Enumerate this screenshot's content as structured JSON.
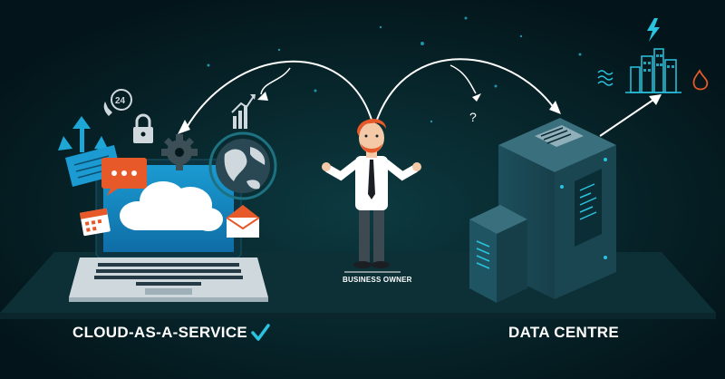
{
  "labels": {
    "cloud_service": "CLOUD-AS-A-SERVICE",
    "data_centre": "DATA CENTRE",
    "business_owner": "BUSINESS OWNER"
  },
  "colors": {
    "background": "#04171a",
    "accent": "#2bc4e0",
    "platform": "#0d2f36",
    "orange": "#e8592a"
  },
  "icons": [
    "checkmark-icon",
    "cloud-icon",
    "gear-icon",
    "globe-icon",
    "lock-icon",
    "24-hour-support-icon",
    "phone-icon",
    "calendar-icon",
    "envelope-icon",
    "chat-bubble-icon",
    "bar-chart-icon",
    "question-mark-icon",
    "lightning-icon",
    "water-icon",
    "flame-icon",
    "city-buildings-icon",
    "server-rack-icon"
  ]
}
